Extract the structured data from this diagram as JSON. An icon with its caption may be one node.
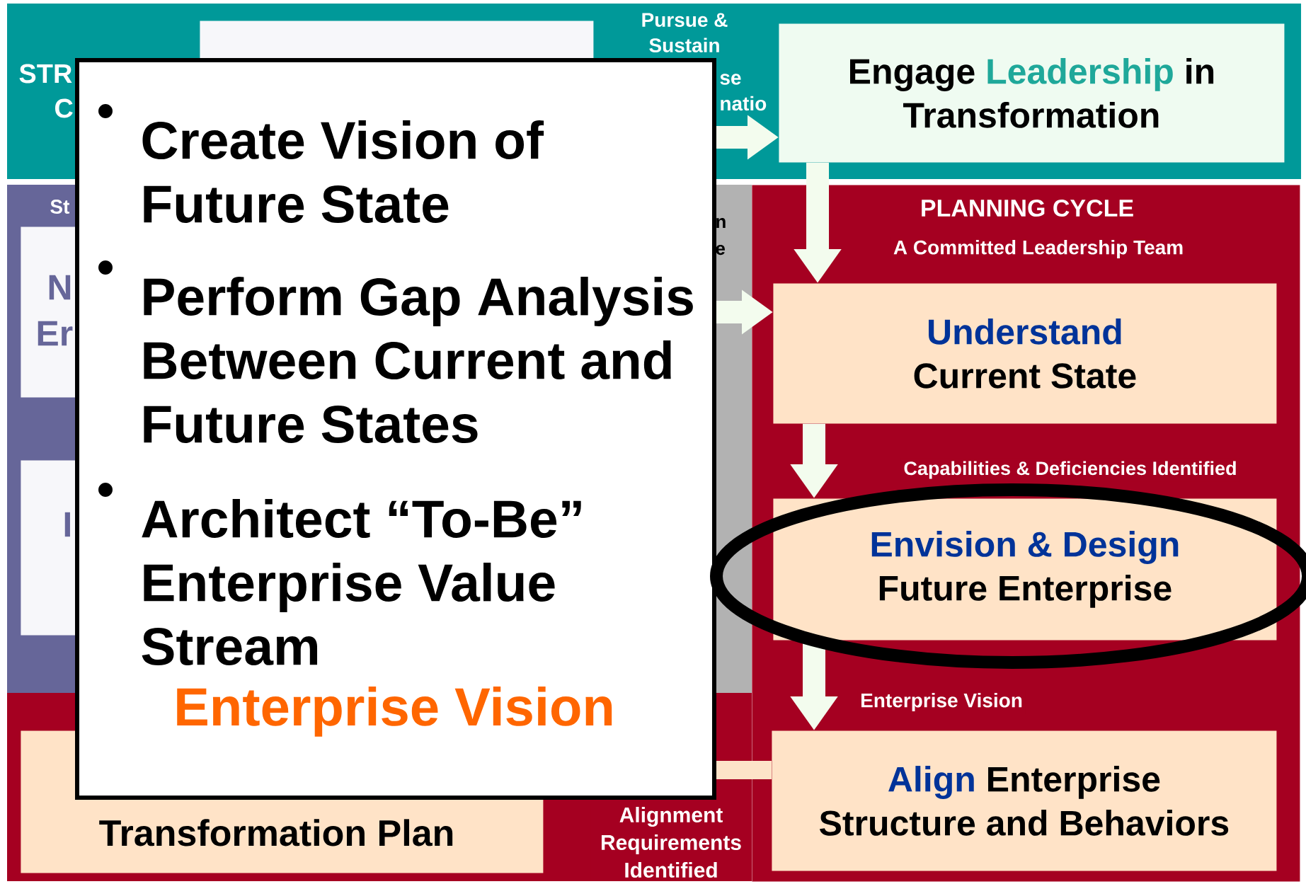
{
  "diagram": {
    "nodes": [
      {
        "text": [],
        "shape": "box"
      },
      {
        "text": [
          "Engage",
          "Leadership",
          "in Transformation"
        ]
      },
      {
        "text": [
          "N",
          "Er"
        ]
      },
      {
        "text": [
          "I"
        ]
      },
      {
        "text": [
          "PLANNING CYCLE"
        ]
      },
      {
        "text": [
          "Understand",
          "Current State"
        ],
        "in": 4
      },
      {
        "text": [
          "Envision & Design",
          "Future Enterprise"
        ],
        "in": 4
      },
      {
        "text": [
          "Align",
          "Enterprise",
          "Structure and Behaviors"
        ],
        "in": 4
      },
      {
        "text": [
          "Transformation Plan"
        ]
      },
      {
        "text": [
          "Create Vision of Future State",
          "Perform Gap Analysis Between Current and Future States",
          "Architect “To-Be” Enterprise Value Stream",
          "Enterprise Vision"
        ]
      }
    ],
    "edges": [
      {
        "from": 9,
        "to": 1,
        "arrow": "to"
      },
      {
        "from": 1,
        "to": 5,
        "arrow": "to",
        "label": "A Committed Leadership Team"
      },
      {
        "from": 9,
        "to": 5,
        "arrow": "to"
      },
      {
        "from": 5,
        "to": 6,
        "arrow": "to",
        "label": "Capabilities & Deficiencies Identified"
      },
      {
        "from": 6,
        "to": 7,
        "arrow": "to",
        "label": "Enterprise Vision"
      },
      {
        "from": 7,
        "to": 9,
        "arrow": "none",
        "label": "Alignment Requirements Identified",
        "color": "#fde3c8"
      }
    ],
    "labels": [
      "Pursue & Sustain",
      "STR",
      "se",
      "C",
      "natio",
      "St",
      "n",
      "e"
    ]
  }
}
